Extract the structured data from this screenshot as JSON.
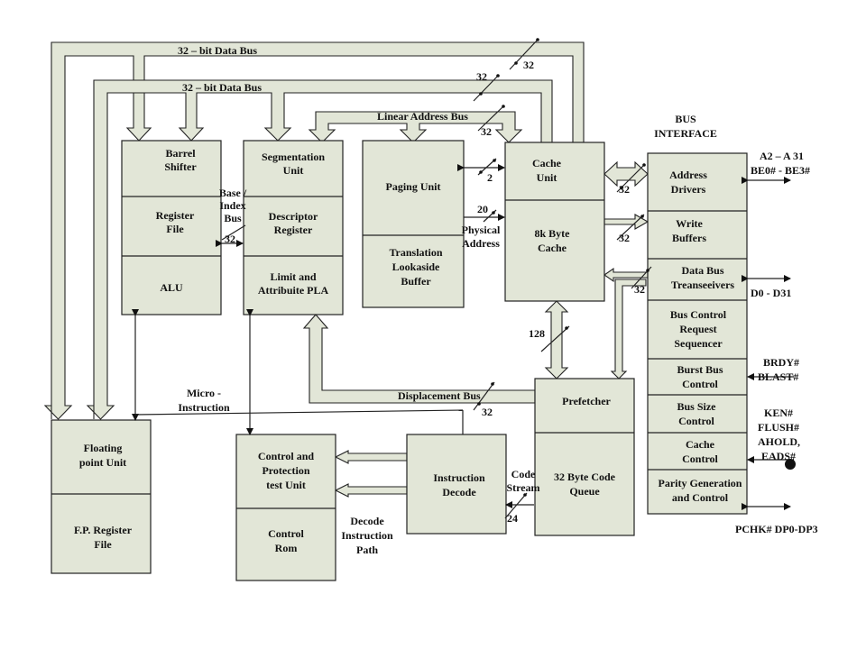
{
  "blocks": {
    "barrel": "Barrel|Shifter",
    "regfile": "Register|File",
    "alu": "ALU",
    "seg": "Segmentation|Unit",
    "desc": "Descriptor|Register",
    "limit": "Limit and|Attribuite PLA",
    "paging": "Paging Unit",
    "tlb": "Translation|Lookaside|Buffer",
    "cacheunit": "Cache|Unit",
    "cache8k": "8k Byte|Cache",
    "addr": "Address|Drivers",
    "write": "Write|Buffers",
    "dbt": "Data Bus|Treanseeivers",
    "bcrs": "Bus Control|Request|Sequencer",
    "burst": "Burst Bus|Control",
    "bsize": "Bus Size|Control",
    "cctl": "Cache|Control",
    "parity": "Parity Generation|and Control",
    "prefetch": "Prefetcher",
    "codeq": "32 Byte Code|Queue",
    "idecode": "Instruction|Decode",
    "cptu": "Control and|Protection|test Unit",
    "crom": "Control|Rom",
    "fpu": "Floating|point Unit",
    "fpreg": "F.P. Register|File"
  },
  "labels": {
    "bus32a": "32 – bit Data Bus",
    "bus32b": "32 – bit Data Bus",
    "linear": "Linear Address Bus",
    "disp": "Displacement Bus",
    "busif": "BUS|INTERFACE",
    "baseindex": "Base /|Index|Bus",
    "physical": "Physical|Address",
    "micro": "Micro -|Instruction",
    "decodepath": "Decode|Instruction|Path",
    "codestream": "Code|Stream",
    "a2": "A2 – A 31",
    "be": "BE0# - BE3#",
    "d0": "D0 - D31",
    "brdy": "BRDY#",
    "blast": "BLAST#",
    "ken": "KEN#",
    "flush": "FLUSH#",
    "ahold": "AHOLD,",
    "eads": "EADS#",
    "pchk": "PCHK# DP0-DP3"
  },
  "widths": {
    "w_top": "32",
    "w_mid": "32",
    "w_lin": "32",
    "w_2": "2",
    "w_20": "20",
    "w_base": "32",
    "w_addr": "32",
    "w_write": "32",
    "w_dbt": "32",
    "w_128": "128",
    "w_disp": "32",
    "w_24": "24"
  },
  "colors": {
    "fill": "#e2e6d7",
    "stroke": "#222222"
  }
}
